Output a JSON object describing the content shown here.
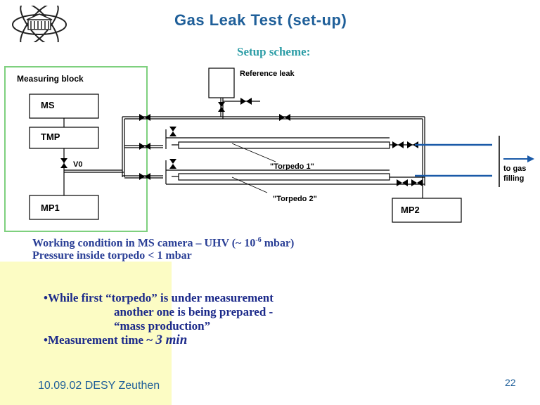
{
  "slide": {
    "title": "Gas Leak Test (set-up)",
    "subtitle": "Setup scheme:",
    "footer": "10.09.02 DESY Zeuthen",
    "page_number": "22"
  },
  "diagram": {
    "measuring_block_label": "Measuring block",
    "ms_label": "MS",
    "tmp_label": "TMP",
    "v0_label": "V0",
    "mp1_label": "MP1",
    "mp2_label": "MP2",
    "reference_leak_label": "Reference leak",
    "torpedo1_label": "\"Torpedo 1\"",
    "torpedo2_label": "\"Torpedo 2\"",
    "to_gas_label": "to gas",
    "filling_label": "filling"
  },
  "conditions": {
    "line1_text": "Working condition in MS camera – UHV  (~ 10",
    "line1_exp": "-6",
    "line1_unit": " mbar)",
    "line2": "Pressure inside torpedo  < 1 mbar"
  },
  "bullets": {
    "b1_line1": "•While  first “torpedo” is under measurement",
    "b1_line2": "another  one is being prepared  -",
    "b1_line3": "“mass    production”",
    "b2_text": "•Measurement time ~ ",
    "b2_value": "3 min"
  },
  "colors": {
    "title": "#1f5f99",
    "subtitle": "#2c9da6",
    "condition": "#2a3f96",
    "bullets": "#1c2a8a",
    "yellow_band": "#fcfcc4",
    "measuring_block_border": "#7ed07e",
    "gas_arrow": "#1a5aa8"
  }
}
